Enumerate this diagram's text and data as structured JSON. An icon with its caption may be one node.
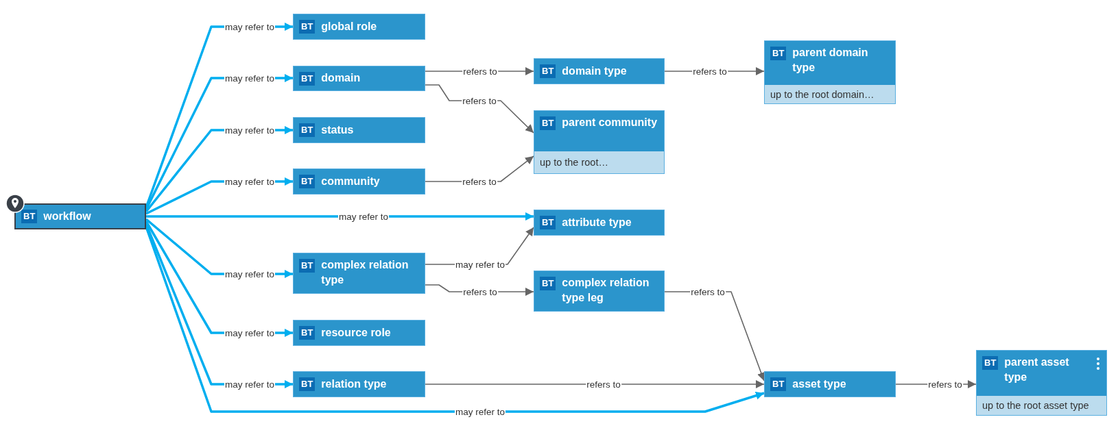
{
  "diagram": {
    "nodes": [
      {
        "text": [
          "BT",
          "workflow"
        ]
      },
      {
        "text": [
          "BT",
          "global role"
        ]
      },
      {
        "text": [
          "BT",
          "domain"
        ]
      },
      {
        "text": [
          "BT",
          "status"
        ]
      },
      {
        "text": [
          "BT",
          "community"
        ]
      },
      {
        "text": [
          "BT",
          "complex relation type"
        ]
      },
      {
        "text": [
          "BT",
          "resource role"
        ]
      },
      {
        "text": [
          "BT",
          "relation type"
        ]
      },
      {
        "text": [
          "BT",
          "domain type"
        ]
      },
      {
        "text": [
          "BT",
          "parent community",
          "up to the root…"
        ]
      },
      {
        "text": [
          "BT",
          "attribute type"
        ]
      },
      {
        "text": [
          "BT",
          "complex relation type leg"
        ]
      },
      {
        "text": [
          "BT",
          "parent domain type",
          "up to the root domain…"
        ]
      },
      {
        "text": [
          "BT",
          "asset type"
        ]
      },
      {
        "text": [
          "BT",
          "parent asset type",
          "up to the root asset type"
        ]
      }
    ],
    "edges": [
      {
        "from": 0,
        "to": 1,
        "arrow": "to",
        "label": "may refer to"
      },
      {
        "from": 0,
        "to": 2,
        "arrow": "to",
        "label": "may refer to"
      },
      {
        "from": 0,
        "to": 3,
        "arrow": "to",
        "label": "may refer to"
      },
      {
        "from": 0,
        "to": 4,
        "arrow": "to",
        "label": "may refer to"
      },
      {
        "from": 0,
        "to": 10,
        "arrow": "to",
        "label": "may refer to"
      },
      {
        "from": 0,
        "to": 5,
        "arrow": "to",
        "label": "may refer to"
      },
      {
        "from": 0,
        "to": 6,
        "arrow": "to",
        "label": "may refer to"
      },
      {
        "from": 0,
        "to": 7,
        "arrow": "to",
        "label": "may refer to"
      },
      {
        "from": 0,
        "to": 13,
        "arrow": "to",
        "label": "may refer to"
      },
      {
        "from": 2,
        "to": 8,
        "arrow": "to",
        "label": "refers to",
        "color": "#666666"
      },
      {
        "from": 2,
        "to": 9,
        "arrow": "to",
        "label": "refers to",
        "color": "#666666"
      },
      {
        "from": 4,
        "to": 9,
        "arrow": "to",
        "label": "refers to",
        "color": "#666666"
      },
      {
        "from": 8,
        "to": 12,
        "arrow": "to",
        "label": "refers to",
        "color": "#666666"
      },
      {
        "from": 5,
        "to": 10,
        "arrow": "to",
        "label": "may refer to",
        "color": "#666666"
      },
      {
        "from": 5,
        "to": 11,
        "arrow": "to",
        "label": "refers to",
        "color": "#666666"
      },
      {
        "from": 11,
        "to": 13,
        "arrow": "to",
        "label": "refers to",
        "color": "#666666"
      },
      {
        "from": 7,
        "to": 13,
        "arrow": "to",
        "label": "refers to",
        "color": "#666666"
      },
      {
        "from": 13,
        "to": 14,
        "arrow": "to",
        "label": "refers to",
        "color": "#666666"
      }
    ]
  }
}
